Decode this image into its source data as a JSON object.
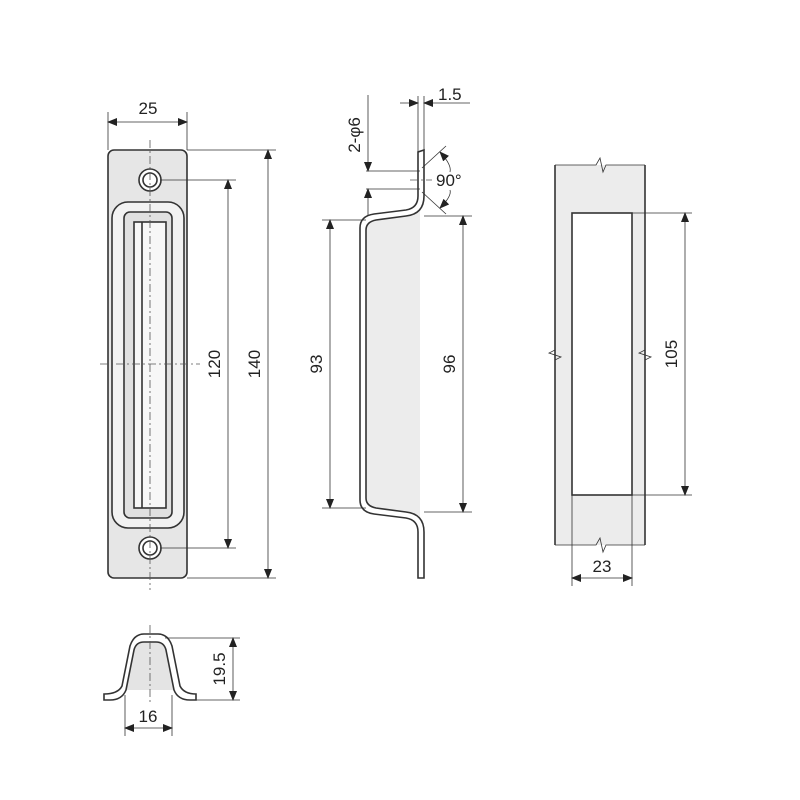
{
  "dimensions": {
    "width_25": "25",
    "hole_spacing_120": "120",
    "length_140": "140",
    "holes": "2-φ6",
    "thickness": "1.5",
    "angle": "90°",
    "depth_93": "93",
    "depth_96": "96",
    "cutout_length": "105",
    "cutout_width": "23",
    "section_height": "19.5",
    "section_width": "16"
  }
}
